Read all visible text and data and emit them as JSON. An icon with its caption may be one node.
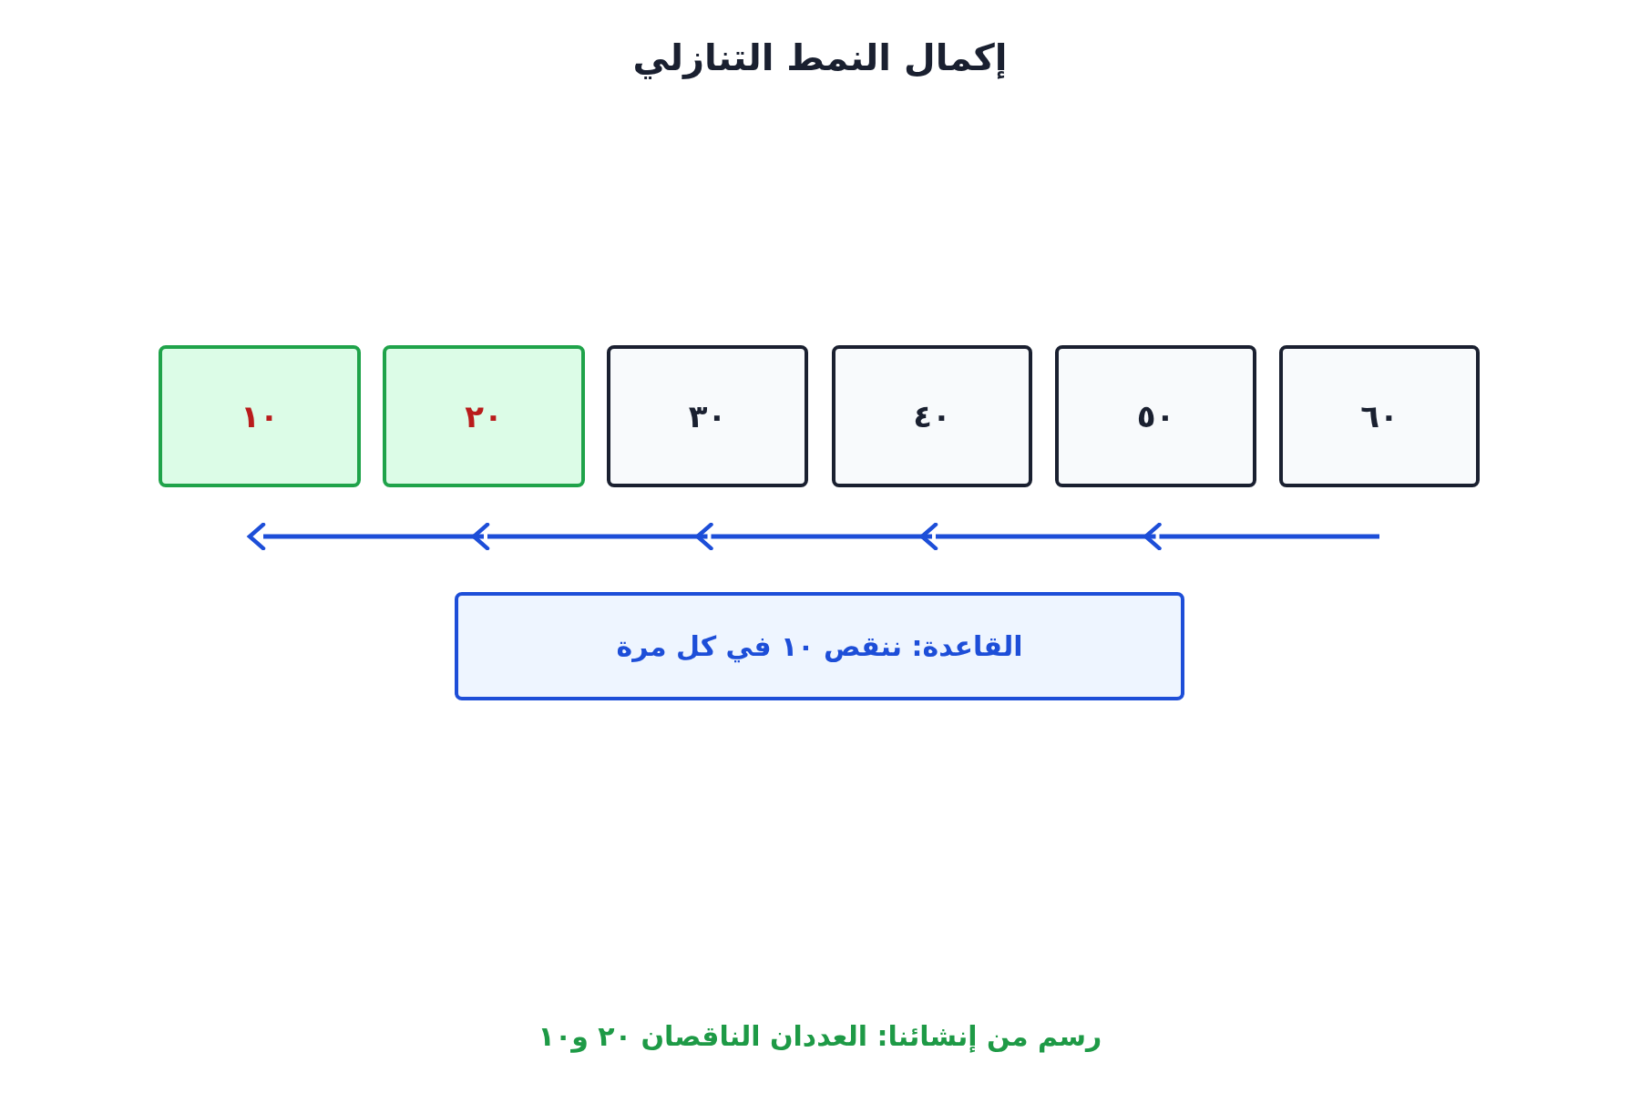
{
  "diagram": {
    "title": "إكمال النمط التنازلي",
    "nodes": [
      {
        "text": [
          "٦٠"
        ]
      },
      {
        "text": [
          "٥٠"
        ]
      },
      {
        "text": [
          "٤٠"
        ]
      },
      {
        "text": [
          "٣٠"
        ]
      },
      {
        "text": [
          "٢٠"
        ]
      },
      {
        "text": [
          "١٠"
        ]
      },
      {
        "text": [
          "القاعدة: ننقص ١٠ في كل مرة"
        ]
      }
    ],
    "edges": [
      {
        "from": 0,
        "to": 1,
        "arrow": "to"
      },
      {
        "from": 1,
        "to": 2,
        "arrow": "to"
      },
      {
        "from": 2,
        "to": 3,
        "arrow": "to"
      },
      {
        "from": 3,
        "to": 4,
        "arrow": "to"
      },
      {
        "from": 4,
        "to": 5,
        "arrow": "to"
      }
    ],
    "caption": "رسم من إنشائنا: العددان الناقصان ٢٠ و١٠"
  }
}
